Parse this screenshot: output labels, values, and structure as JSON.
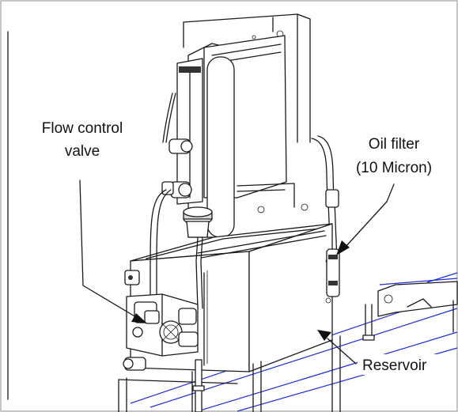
{
  "figure": {
    "labels": {
      "flow_control_line1": "Flow control",
      "flow_control_line2": "valve",
      "oil_filter_line1": "Oil filter",
      "oil_filter_line2": "(10 Micron)",
      "reservoir": "Reservoir"
    },
    "colors": {
      "frame_border": "#b3b3b3",
      "floor_lines": "#1f2fd0",
      "linework": "#1a1a1a"
    }
  }
}
